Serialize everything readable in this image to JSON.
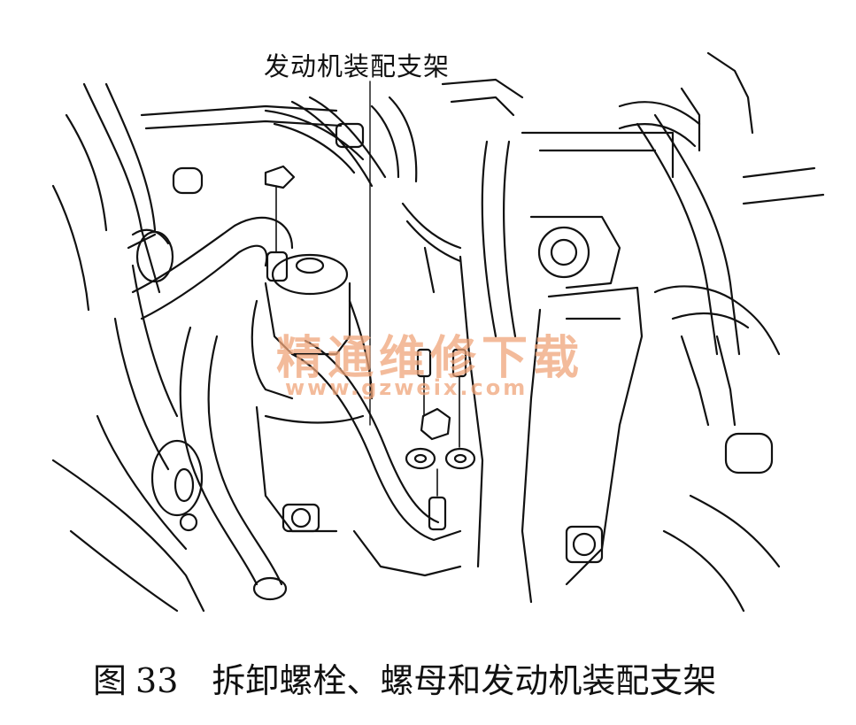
{
  "figure": {
    "callout_label": "发动机装配支架",
    "caption_prefix": "图",
    "caption_number": "33",
    "caption_text": "拆卸螺栓、螺母和发动机装配支架"
  },
  "watermark": {
    "text": "精通维修下载",
    "url": "www.gzweix.com",
    "color": "#f0a57a"
  },
  "colors": {
    "line": "#111111",
    "background": "#ffffff"
  }
}
